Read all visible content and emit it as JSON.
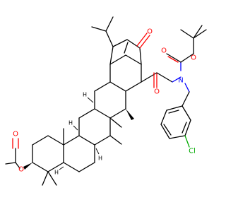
{
  "atom_labels": {
    "ketone_o": "O",
    "amide_o": "O",
    "carbamate_o1": "O",
    "carbamate_o2": "O",
    "nitrogen": "N",
    "chlorine": "Cl",
    "ester_o1": "O",
    "ester_o2": "O",
    "h1": "H",
    "h2": "H",
    "h3": "H",
    "h4": "H"
  },
  "colors": {
    "oxygen": "#ff0000",
    "nitrogen": "#0000ff",
    "chlorine": "#00aa00",
    "carbon": "#000000"
  }
}
